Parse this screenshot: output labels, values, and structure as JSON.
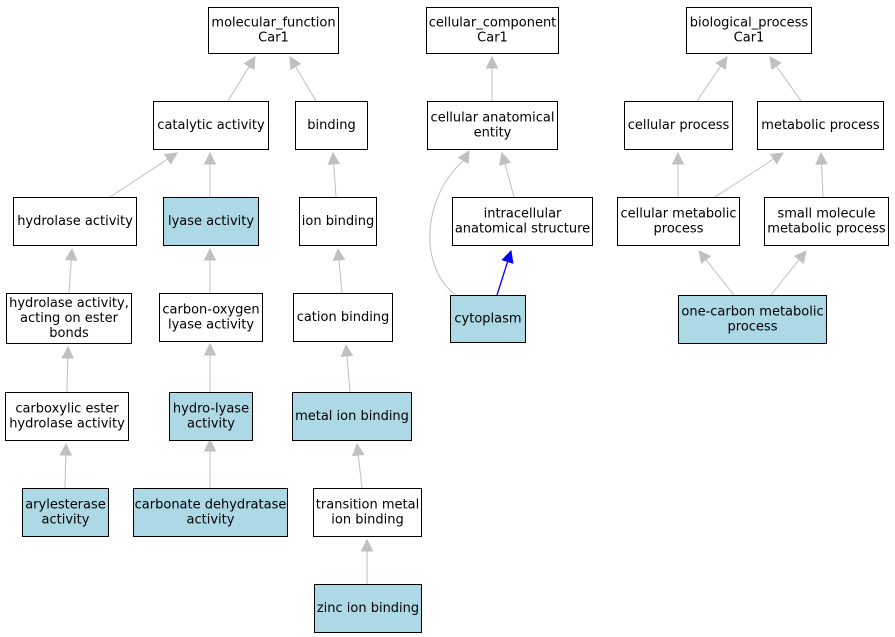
{
  "colors": {
    "background": "#ffffff",
    "node_fill": "#ffffff",
    "highlight_fill": "#add8e6",
    "node_border": "#000000",
    "edge_gray": "#c0c0c0",
    "edge_blue": "#0000ff"
  },
  "nodes": [
    {
      "id": "mf",
      "lines": [
        "molecular_function",
        "Car1"
      ],
      "highlight": false
    },
    {
      "id": "cc",
      "lines": [
        "cellular_component",
        "Car1"
      ],
      "highlight": false
    },
    {
      "id": "bp",
      "lines": [
        "biological_process",
        "Car1"
      ],
      "highlight": false
    },
    {
      "id": "cat",
      "lines": [
        "catalytic activity"
      ],
      "highlight": false
    },
    {
      "id": "bind",
      "lines": [
        "binding"
      ],
      "highlight": false
    },
    {
      "id": "cae",
      "lines": [
        "cellular anatomical",
        "entity"
      ],
      "highlight": false
    },
    {
      "id": "cp",
      "lines": [
        "cellular process"
      ],
      "highlight": false
    },
    {
      "id": "mp",
      "lines": [
        "metabolic process"
      ],
      "highlight": false
    },
    {
      "id": "hyd",
      "lines": [
        "hydrolase activity"
      ],
      "highlight": false
    },
    {
      "id": "lyase",
      "lines": [
        "lyase activity"
      ],
      "highlight": true
    },
    {
      "id": "ionb",
      "lines": [
        "ion binding"
      ],
      "highlight": false
    },
    {
      "id": "ias",
      "lines": [
        "intracellular",
        "anatomical structure"
      ],
      "highlight": false
    },
    {
      "id": "cmp",
      "lines": [
        "cellular metabolic",
        "process"
      ],
      "highlight": false
    },
    {
      "id": "smmp",
      "lines": [
        "small molecule",
        "metabolic process"
      ],
      "highlight": false
    },
    {
      "id": "hydest",
      "lines": [
        "hydrolase activity,",
        "acting on ester",
        "bonds"
      ],
      "highlight": false
    },
    {
      "id": "colyase",
      "lines": [
        "carbon-oxygen",
        "lyase activity"
      ],
      "highlight": false
    },
    {
      "id": "cation",
      "lines": [
        "cation binding"
      ],
      "highlight": false
    },
    {
      "id": "cyto",
      "lines": [
        "cytoplasm"
      ],
      "highlight": true
    },
    {
      "id": "ocmp",
      "lines": [
        "one-carbon metabolic",
        "process"
      ],
      "highlight": true
    },
    {
      "id": "carbx",
      "lines": [
        "carboxylic ester",
        "hydrolase activity"
      ],
      "highlight": false
    },
    {
      "id": "hydrolyase",
      "lines": [
        "hydro-lyase",
        "activity"
      ],
      "highlight": true
    },
    {
      "id": "metal",
      "lines": [
        "metal ion binding"
      ],
      "highlight": true
    },
    {
      "id": "aryl",
      "lines": [
        "arylesterase",
        "activity"
      ],
      "highlight": true
    },
    {
      "id": "cdh",
      "lines": [
        "carbonate dehydratase",
        "activity"
      ],
      "highlight": true
    },
    {
      "id": "trans",
      "lines": [
        "transition metal",
        "ion binding"
      ],
      "highlight": false
    },
    {
      "id": "zinc",
      "lines": [
        "zinc ion binding"
      ],
      "highlight": true
    }
  ],
  "edges": [
    {
      "from": "cat",
      "to": "mf",
      "color": "gray"
    },
    {
      "from": "bind",
      "to": "mf",
      "color": "gray"
    },
    {
      "from": "cae",
      "to": "cc",
      "color": "gray"
    },
    {
      "from": "cp",
      "to": "bp",
      "color": "gray"
    },
    {
      "from": "mp",
      "to": "bp",
      "color": "gray"
    },
    {
      "from": "hyd",
      "to": "cat",
      "color": "gray"
    },
    {
      "from": "lyase",
      "to": "cat",
      "color": "gray"
    },
    {
      "from": "ionb",
      "to": "bind",
      "color": "gray"
    },
    {
      "from": "ias",
      "to": "cae",
      "color": "gray"
    },
    {
      "from": "cyto",
      "to": "cae",
      "color": "gray"
    },
    {
      "from": "cyto",
      "to": "ias",
      "color": "blue"
    },
    {
      "from": "cmp",
      "to": "cp",
      "color": "gray"
    },
    {
      "from": "cmp",
      "to": "mp",
      "color": "gray"
    },
    {
      "from": "smmp",
      "to": "mp",
      "color": "gray"
    },
    {
      "from": "hydest",
      "to": "hyd",
      "color": "gray"
    },
    {
      "from": "colyase",
      "to": "lyase",
      "color": "gray"
    },
    {
      "from": "cation",
      "to": "ionb",
      "color": "gray"
    },
    {
      "from": "ocmp",
      "to": "cmp",
      "color": "gray"
    },
    {
      "from": "ocmp",
      "to": "smmp",
      "color": "gray"
    },
    {
      "from": "carbx",
      "to": "hydest",
      "color": "gray"
    },
    {
      "from": "hydrolyase",
      "to": "colyase",
      "color": "gray"
    },
    {
      "from": "metal",
      "to": "cation",
      "color": "gray"
    },
    {
      "from": "aryl",
      "to": "carbx",
      "color": "gray"
    },
    {
      "from": "cdh",
      "to": "hydrolyase",
      "color": "gray"
    },
    {
      "from": "trans",
      "to": "metal",
      "color": "gray"
    },
    {
      "from": "zinc",
      "to": "trans",
      "color": "gray"
    }
  ]
}
